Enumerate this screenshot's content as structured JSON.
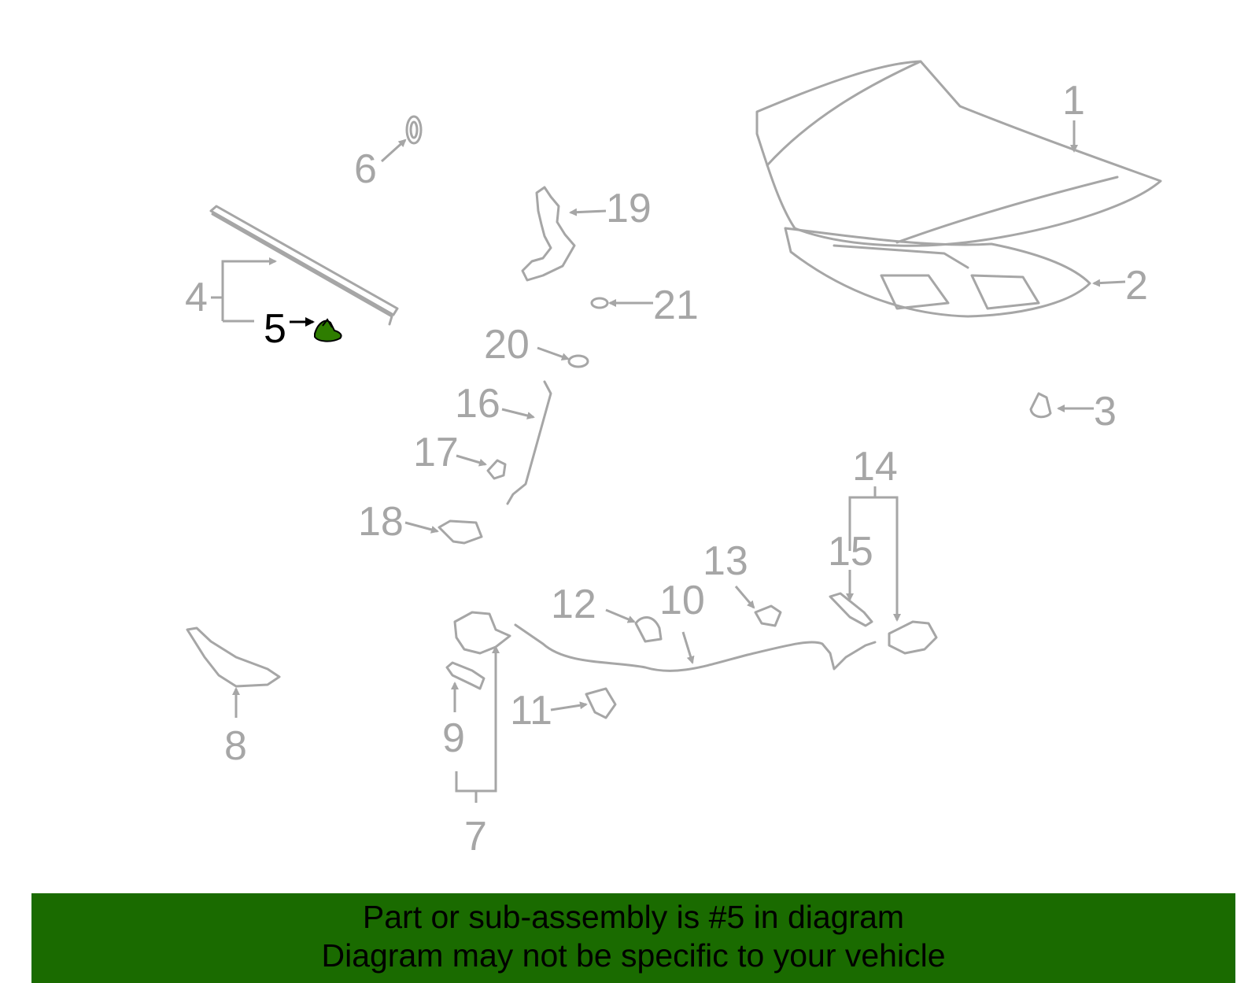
{
  "diagram": {
    "highlighted_part": "5",
    "highlight_color": "#2e7d00",
    "part_line_color": "#a6a6a6",
    "callouts": [
      "1",
      "2",
      "3",
      "4",
      "5",
      "6",
      "7",
      "8",
      "9",
      "10",
      "11",
      "12",
      "13",
      "14",
      "15",
      "16",
      "17",
      "18",
      "19",
      "20",
      "21"
    ]
  },
  "banner": {
    "line1": "Part or sub-assembly is #5 in diagram",
    "line2": "Diagram may not be specific to your vehicle",
    "background": "#1a6b00"
  }
}
